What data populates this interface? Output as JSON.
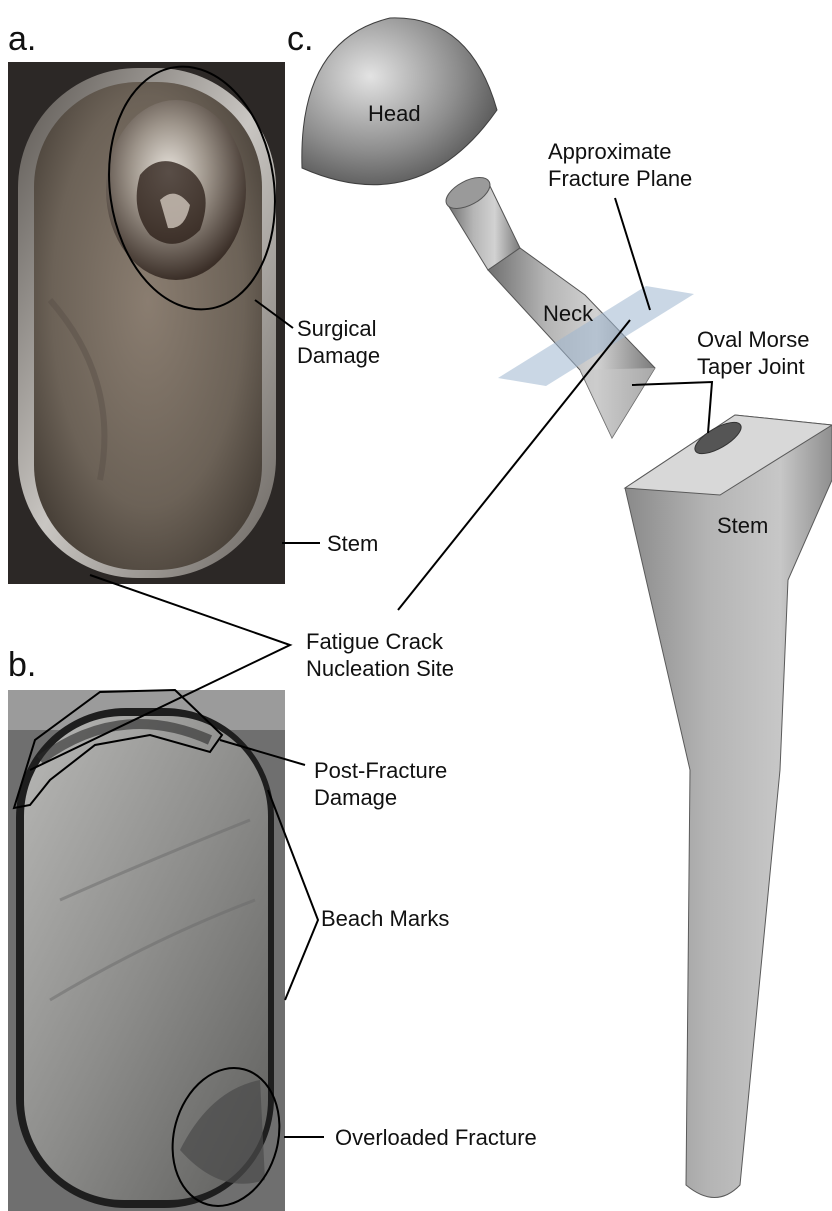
{
  "panels": {
    "a": "a.",
    "b": "b.",
    "c": "c."
  },
  "labels": {
    "head": "Head",
    "neck": "Neck",
    "stem_part": "Stem",
    "fracture_plane": [
      "Approximate",
      "Fracture Plane"
    ],
    "morse_taper": [
      "Oval Morse",
      "Taper Joint"
    ],
    "surgical_damage": [
      "Surgical",
      "Damage"
    ],
    "stem_photo": "Stem",
    "fatigue_crack": [
      "Fatigue Crack",
      "Nucleation Site"
    ],
    "post_fracture": [
      "Post-Fracture",
      "Damage"
    ],
    "beach_marks": "Beach Marks",
    "overloaded": "Overloaded Fracture"
  }
}
